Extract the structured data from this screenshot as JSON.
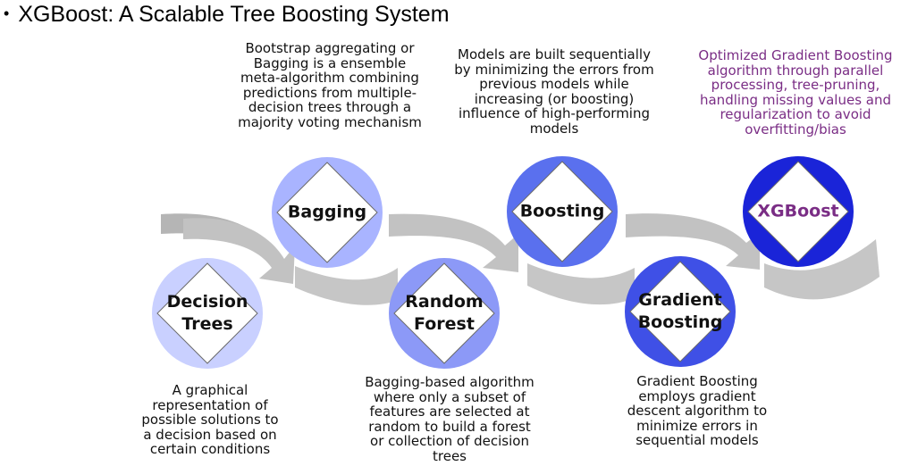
{
  "title": "XGBoost: A Scalable Tree Boosting System",
  "bullet": "•",
  "colors": {
    "ribbon": "#c4c4c4",
    "ribbon_dark": "#a9a9a9",
    "accent_purple": "#7a2d85",
    "decision_trees": "#c9d0ff",
    "bagging": "#a9b4ff",
    "random_forest": "#8c99f7",
    "boosting": "#5a70ee",
    "gradient_boosting": "#3f50e6",
    "xgboost": "#1a24d8"
  },
  "nodes": [
    {
      "id": "decision-trees",
      "label": "Decision\nTrees",
      "description": "A graphical\nrepresentation of\npossible solutions to\na decision based on\ncertain conditions"
    },
    {
      "id": "bagging",
      "label": "Bagging",
      "description": "Bootstrap aggregating or\nBagging is a ensemble\nmeta-algorithm combining\npredictions from multiple-\ndecision trees through a\nmajority voting mechanism"
    },
    {
      "id": "random-forest",
      "label": "Random\nForest",
      "description": "Bagging-based algorithm\nwhere only a subset of\nfeatures are selected at\nrandom to build a forest\nor collection of decision\ntrees"
    },
    {
      "id": "boosting",
      "label": "Boosting",
      "description": "Models are built sequentially\nby minimizing the errors from\nprevious models while\nincreasing (or boosting)\ninfluence of high-performing\nmodels"
    },
    {
      "id": "gradient-boosting",
      "label": "Gradient\nBoosting",
      "description": "Gradient Boosting\nemploys gradient\ndescent algorithm to\nminimize errors  in\nsequential models"
    },
    {
      "id": "xgboost",
      "label": "XGBoost",
      "description": "Optimized Gradient Boosting\nalgorithm through parallel\nprocessing, tree-pruning,\nhandling missing values and\nregularization to avoid\noverfitting/bias"
    }
  ]
}
